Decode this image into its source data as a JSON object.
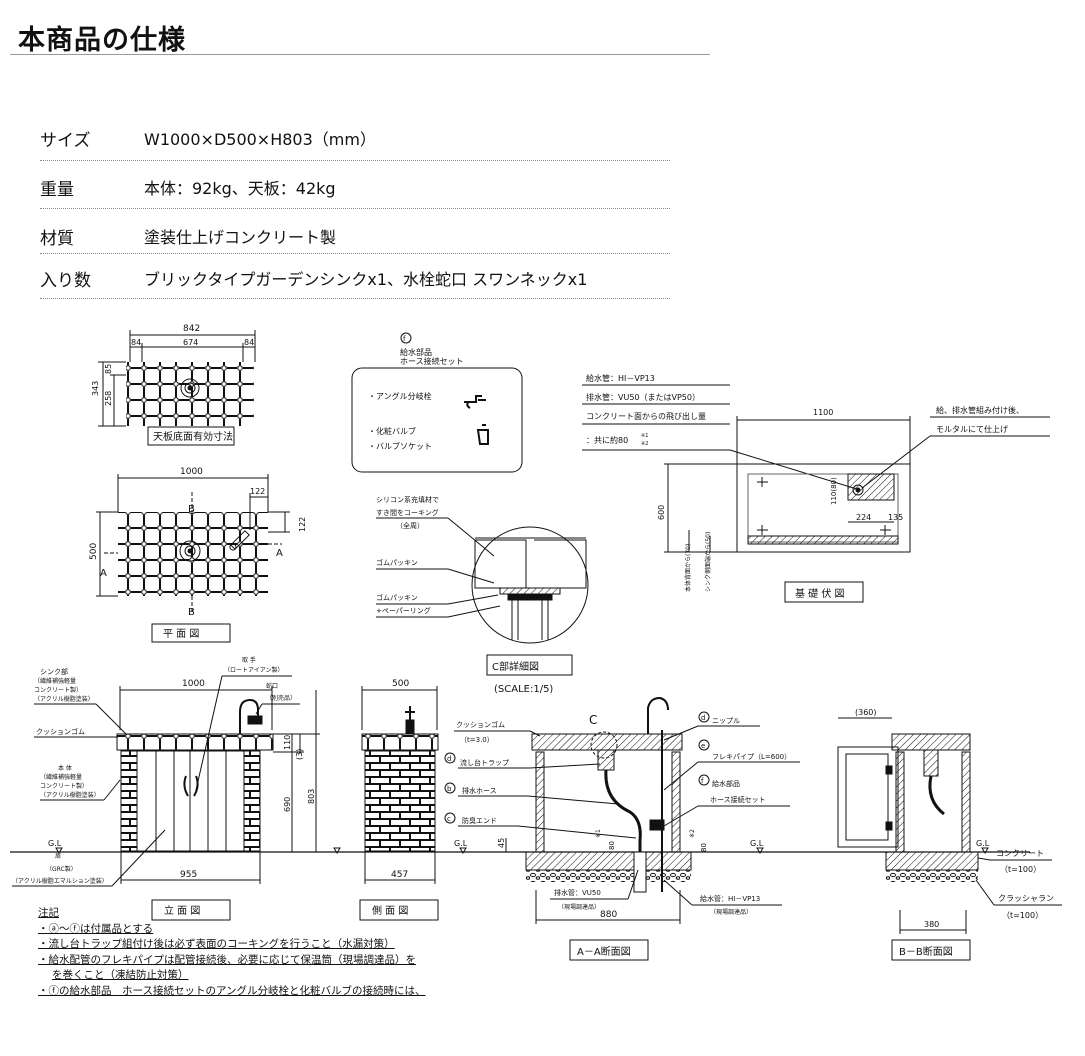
{
  "title": "本商品の仕様",
  "specs": [
    {
      "label": "サイズ",
      "value": "W1000×D500×H803（mm）"
    },
    {
      "label": "重量",
      "value": "本体：92kg、天板：42kg"
    },
    {
      "label": "材質",
      "value": "塗装仕上げコンクリート製"
    },
    {
      "label": "入り数",
      "value": "ブリックタイプガーデンシンクx1、水栓蛇口 スワンネックx1"
    }
  ],
  "drawings": {
    "top_inner": {
      "dim_842": "842",
      "dim_84a": "84",
      "dim_674": "674",
      "dim_84b": "84",
      "dim_343": "343",
      "dim_85": "85",
      "dim_258": "258",
      "caption": "天板底面有効寸法"
    },
    "plan": {
      "dim_1000": "1000",
      "dim_122a": "122",
      "dim_122b": "122",
      "dim_500": "500",
      "label_a1": "A",
      "label_a2": "A",
      "label_b1": "B",
      "label_b2": "B",
      "caption": "平 面 図"
    },
    "parts": {
      "marker": "f",
      "heading1": "給水部品",
      "heading2": "ホース接続セット",
      "item1": "・アングル分岐栓",
      "item2": "・化粧バルブ",
      "item3": "・バルブソケット"
    },
    "detail_c": {
      "note1": "シリコン系充填材で",
      "note2": "すき間をコーキング",
      "note3": "（全周）",
      "note4": "ゴムパッキン",
      "note5": "ゴムパッキン",
      "note6": "+ペーパーリング",
      "caption": "C部詳細図",
      "scale": "(SCALE:1/5)"
    },
    "foundation": {
      "pipe1": "給水管：HI－VP13",
      "pipe2": "排水管：VU50（またはVP50）",
      "pipe3": "コンクリート面からの飛び出し量",
      "pipe4": "：共に約80",
      "mark1": "※1",
      "mark2": "※2",
      "dim_1100": "1100",
      "dim_600": "600",
      "dim_110": "110(80)",
      "dim_224": "224",
      "dim_135": "135",
      "note_r1": "給、排水管組み付け後、",
      "note_r2": "モルタルにて仕上げ",
      "vtext1": "本体背面から(70)",
      "vtext2": "シンク側面端から(50)",
      "caption": "基 礎 伏 図"
    },
    "front": {
      "sink_title": "シンク部",
      "sink_sub1": "（繊維補強軽量",
      "sink_sub2": "コンクリート製）",
      "sink_sub3": "（アクリル樹脂塗装）",
      "cushion": "クッションゴム",
      "body_title": "本 体",
      "body_sub1": "（繊維補強軽量",
      "body_sub2": "コンクリート製）",
      "body_sub3": "（アクリル樹脂塗装）",
      "door_title": "扉",
      "door_sub1": "（GRC製）",
      "door_sub2": "（アクリル樹脂エマルション塗装）",
      "handle": "取 手",
      "handle_sub": "（ロートアイアン製）",
      "faucet": "蛇口",
      "faucet_sub": "（別売品）",
      "dim_1000": "1000",
      "dim_110": "110",
      "dim_3": "(3)",
      "dim_690": "690",
      "dim_803": "803",
      "dim_955": "955",
      "gl": "G.L",
      "caption": "立 面 図"
    },
    "side": {
      "dim_500": "500",
      "dim_457": "457",
      "caption": "側 面 図"
    },
    "section_a": {
      "marker_c": "C",
      "cushion": "クッションゴム",
      "cushion_t": "（t=3.0）",
      "d_trap": "流し台トラップ",
      "b_hose": "排水ホース",
      "c_end": "防臭エンド",
      "d_nipple": "ニップル",
      "e_flex": "フレキパイプ（L=600）",
      "f_parts": "給水部品",
      "f_set": "ホース接続セット",
      "dim_45": "45",
      "dim_80a": "80",
      "dim_80b": "80",
      "m1": "※1",
      "m2": "※2",
      "gl": "G.L",
      "drain_pipe": "排水管：VU50",
      "drain_local": "（現場調達品）",
      "supply_pipe": "給水管：HI－VP13",
      "supply_local": "（現場調達品）",
      "dim_880": "880",
      "caption": "A－A断面図",
      "circ_a": "a",
      "circ_b": "b",
      "circ_c": "c",
      "circ_d": "d",
      "circ_e": "e",
      "circ_f": "f"
    },
    "section_b": {
      "dim_360": "(360)",
      "dim_380": "380",
      "gl": "G.L",
      "concrete": "コンクリート",
      "concrete_t": "（t=100）",
      "crusher": "クラッシャラン",
      "crusher_t": "（t=100）",
      "caption": "B－B断面図"
    }
  },
  "notes": {
    "heading": "注記",
    "n1": "・ⓐ～ⓕは付属品とする",
    "n2": "・流し台トラップ組付け後は必ず表面のコーキングを行うこと（水漏対策）",
    "n3": "・給水配管のフレキパイプは配管接続後、必要に応じて保温筒（現場調達品）を",
    "n4": "を巻くこと（凍結防止対策）",
    "n5": "・ⓕの給水部品　ホース接続セットのアングル分岐栓と化粧バルブの接続時には、"
  }
}
